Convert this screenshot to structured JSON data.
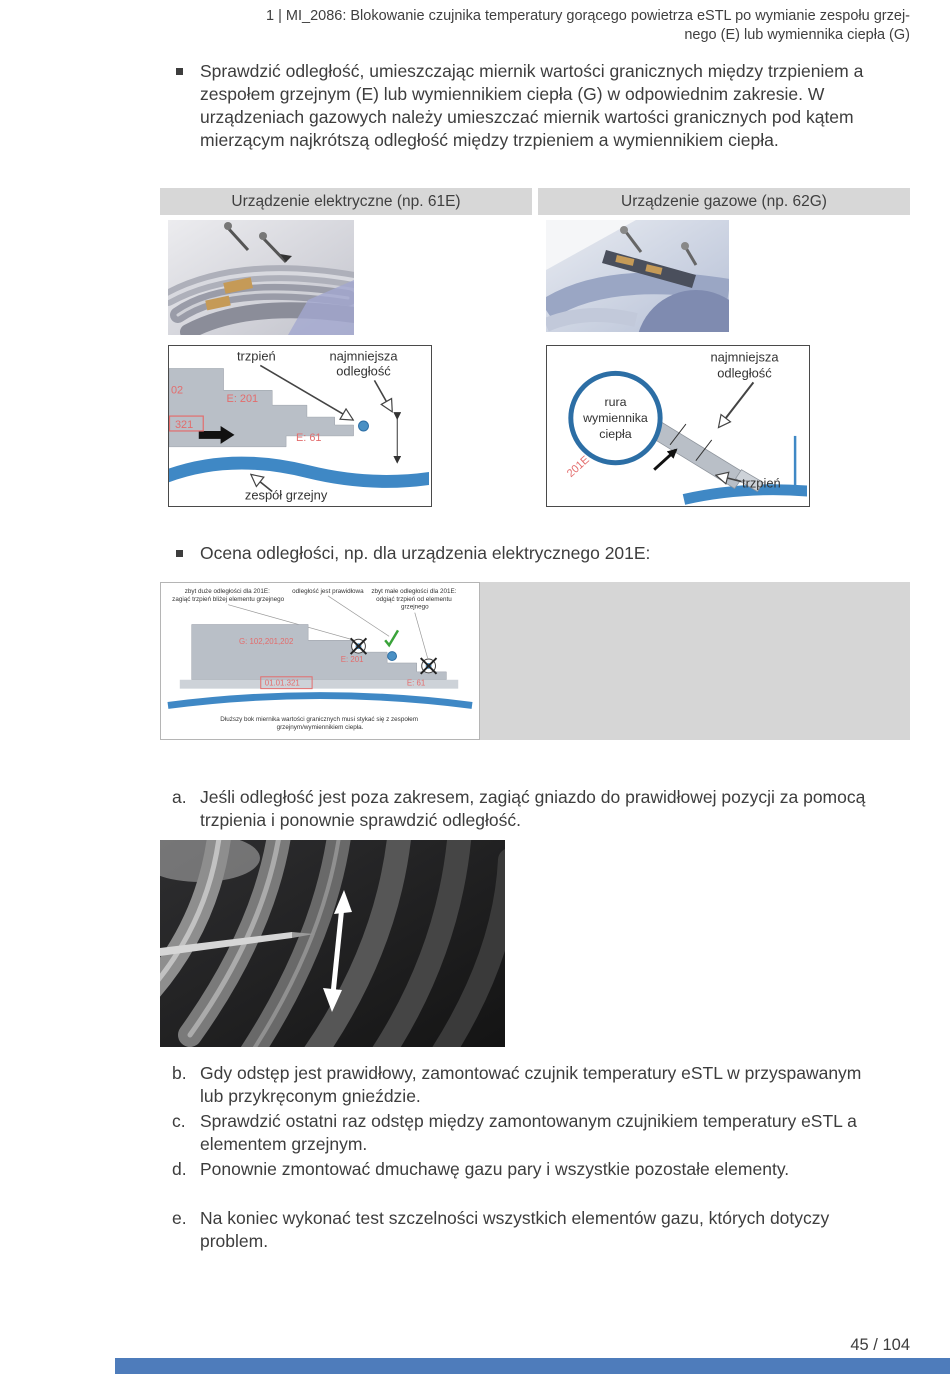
{
  "header": {
    "line1": "1 | MI_2086: Blokowanie czujnika temperatury gorącego powietrza eSTL po wymianie zespołu grzej-",
    "line2": "nego (E) lub wymiennika ciepła (G)"
  },
  "intro_bullet": "Sprawdzić odległość, umieszczając miernik wartości granicznych między trzpieniem a zespołem grzejnym (E) lub wymiennikiem ciepła (G) w odpowiednim zakresie. W urządzeniach gazowych należy umieszczać miernik wartości granicznych pod kątem mierzącym najkrótszą odległość między trzpieniem a wymiennikiem ciepła.",
  "table": {
    "header_left": "Urządzenie elektryczne (np. 61E)",
    "header_right": "Urządzenie gazowe (np. 62G)",
    "electric": {
      "pin": "trzpień",
      "min1": "najmniejsza",
      "min2": "odległość",
      "heater": "zespół grzejny",
      "ann_02": "02",
      "ann_e201": "E: 201",
      "ann_321": "321",
      "ann_e61": "E: 61"
    },
    "gas": {
      "pipe1": "rura",
      "pipe2": "wymiennika",
      "pipe3": "ciepła",
      "min1": "najmniejsza",
      "min2": "odległość",
      "pin": "trzpień",
      "ann_201e": "201E"
    }
  },
  "assessment_bullet": "Ocena odległości, np. dla urządzenia elektrycznego 201E:",
  "eval_diagram": {
    "cap_large1": "zbyt duże odległości dla 201E:",
    "cap_large2": "zagiąć trzpień bliżej elementu grzejnego",
    "cap_ok": "odległość jest prawidłowa",
    "cap_small1": "zbyt małe odległości dla 201E:",
    "cap_small2": "odgiąć trzpień od elementu",
    "cap_small3": "grzejnego",
    "ann_g": "G: 102,201,202",
    "ann_e201": "E: 201",
    "ann_box": "01.01.321",
    "ann_e61": "E: 61",
    "note1": "Dłuższy bok miernika wartości granicznych musi stykać się z zespołem",
    "note2": "grzejnym/wymiennikiem ciepła."
  },
  "steps": [
    {
      "marker": "a.",
      "text": "Jeśli odległość jest poza zakresem, zagiąć gniazdo do prawidłowej pozycji za pomocą trzpienia i ponownie sprawdzić odległość."
    },
    {
      "marker": "b.",
      "text": "Gdy odstęp jest prawidłowy, zamontować czujnik temperatury eSTL w przyspawanym lub przykręconym gnieździe."
    },
    {
      "marker": "c.",
      "text": "Sprawdzić ostatni raz odstęp między zamontowanym czujnikiem temperatury eSTL a elementem grzejnym."
    },
    {
      "marker": "d.",
      "text": "Ponownie zmontować dmuchawę gazu pary i wszystkie pozostałe elementy."
    },
    {
      "marker": "e.",
      "text": "Na koniec wykonać test szczelności wszystkich elementów gazu, których dotyczy problem."
    }
  ],
  "footer": {
    "page_number": "45 / 104"
  },
  "colors": {
    "accent_blue": "#3f88c5",
    "circle_blue": "#2c6ea5",
    "footer_bar_blue": "#4e7cbb",
    "annotation_red": "#e36c6c",
    "header_gray": "#d7d7d7",
    "strip_gray": "#d6d6d6",
    "diagram_gray": "#b9bfc7",
    "check_green": "#3aa33a"
  }
}
